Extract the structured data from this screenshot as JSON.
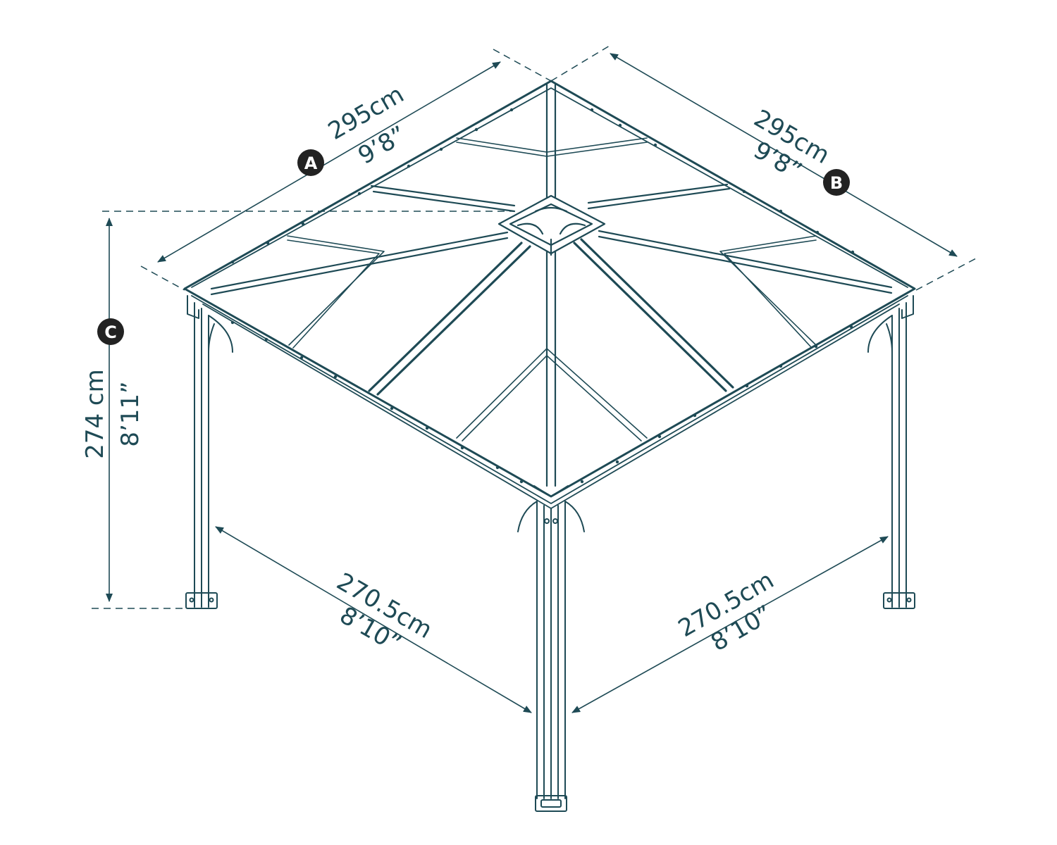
{
  "colors": {
    "stroke": "#1e4a55",
    "badge_fill": "#222222",
    "badge_text": "#ffffff",
    "background": "#ffffff"
  },
  "dimensions": {
    "a": {
      "badge": "A",
      "metric": "295cm",
      "imperial": "9’8”"
    },
    "b": {
      "badge": "B",
      "metric": "295cm",
      "imperial": "9’8”"
    },
    "c": {
      "badge": "C",
      "metric": "274 cm",
      "imperial": "8’11”"
    },
    "front_left": {
      "metric": "270.5cm",
      "imperial": "8’10”"
    },
    "front_right": {
      "metric": "270.5cm",
      "imperial": "8’10”"
    }
  }
}
